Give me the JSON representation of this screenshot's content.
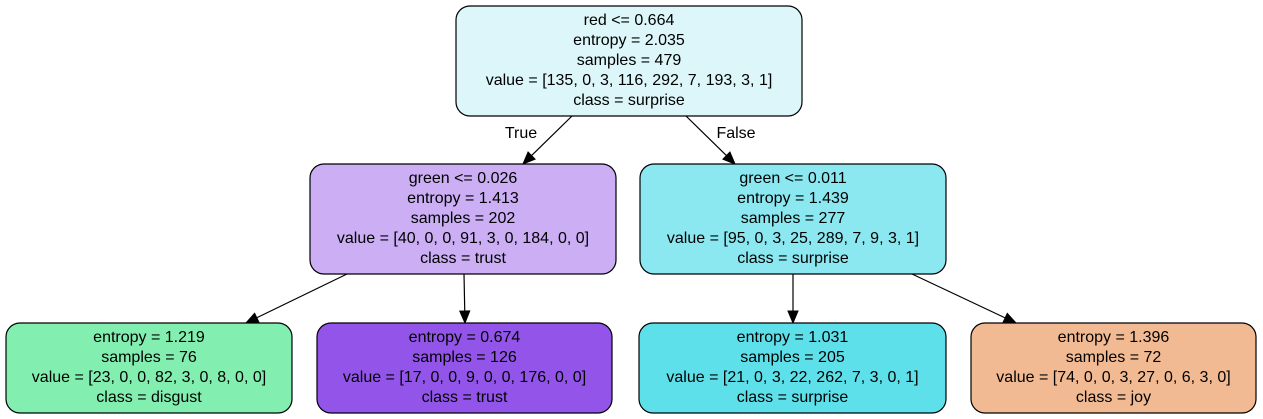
{
  "nodes": [
    {
      "id": "root",
      "lines": [
        "red <= 0.664",
        "entropy = 2.035",
        "samples = 479",
        "value = [135, 0, 3, 116, 292, 7, 193, 3, 1]",
        "class = surprise"
      ],
      "fill": "#dcf6fa"
    },
    {
      "id": "left",
      "lines": [
        "green <= 0.026",
        "entropy = 1.413",
        "samples = 202",
        "value = [40, 0, 0, 91, 3, 0, 184, 0, 0]",
        "class = trust"
      ],
      "fill": "#cbaef4"
    },
    {
      "id": "right",
      "lines": [
        "green <= 0.011",
        "entropy = 1.439",
        "samples = 277",
        "value = [95, 0, 3, 25, 289, 7, 9, 3, 1]",
        "class = surprise"
      ],
      "fill": "#8be8f1"
    },
    {
      "id": "leaf-1",
      "lines": [
        "entropy = 1.219",
        "samples = 76",
        "value = [23, 0, 0, 82, 3, 0, 8, 0, 0]",
        "class = disgust"
      ],
      "fill": "#82efb0"
    },
    {
      "id": "leaf-2",
      "lines": [
        "entropy = 0.674",
        "samples = 126",
        "value = [17, 0, 0, 9, 0, 0, 176, 0, 0]",
        "class = trust"
      ],
      "fill": "#9355e9"
    },
    {
      "id": "leaf-3",
      "lines": [
        "entropy = 1.031",
        "samples = 205",
        "value = [21, 0, 3, 22, 262, 7, 3, 0, 1]",
        "class = surprise"
      ],
      "fill": "#5ee0ea"
    },
    {
      "id": "leaf-4",
      "lines": [
        "entropy = 1.396",
        "samples = 72",
        "value = [74, 0, 0, 3, 27, 0, 6, 3, 0]",
        "class = joy"
      ],
      "fill": "#f2ba93"
    }
  ],
  "edges": [
    {
      "from": "root",
      "to": "left",
      "label": "True"
    },
    {
      "from": "root",
      "to": "right",
      "label": "False"
    },
    {
      "from": "left",
      "to": "leaf-1",
      "label": ""
    },
    {
      "from": "left",
      "to": "leaf-2",
      "label": ""
    },
    {
      "from": "right",
      "to": "leaf-3",
      "label": ""
    },
    {
      "from": "right",
      "to": "leaf-4",
      "label": ""
    }
  ]
}
